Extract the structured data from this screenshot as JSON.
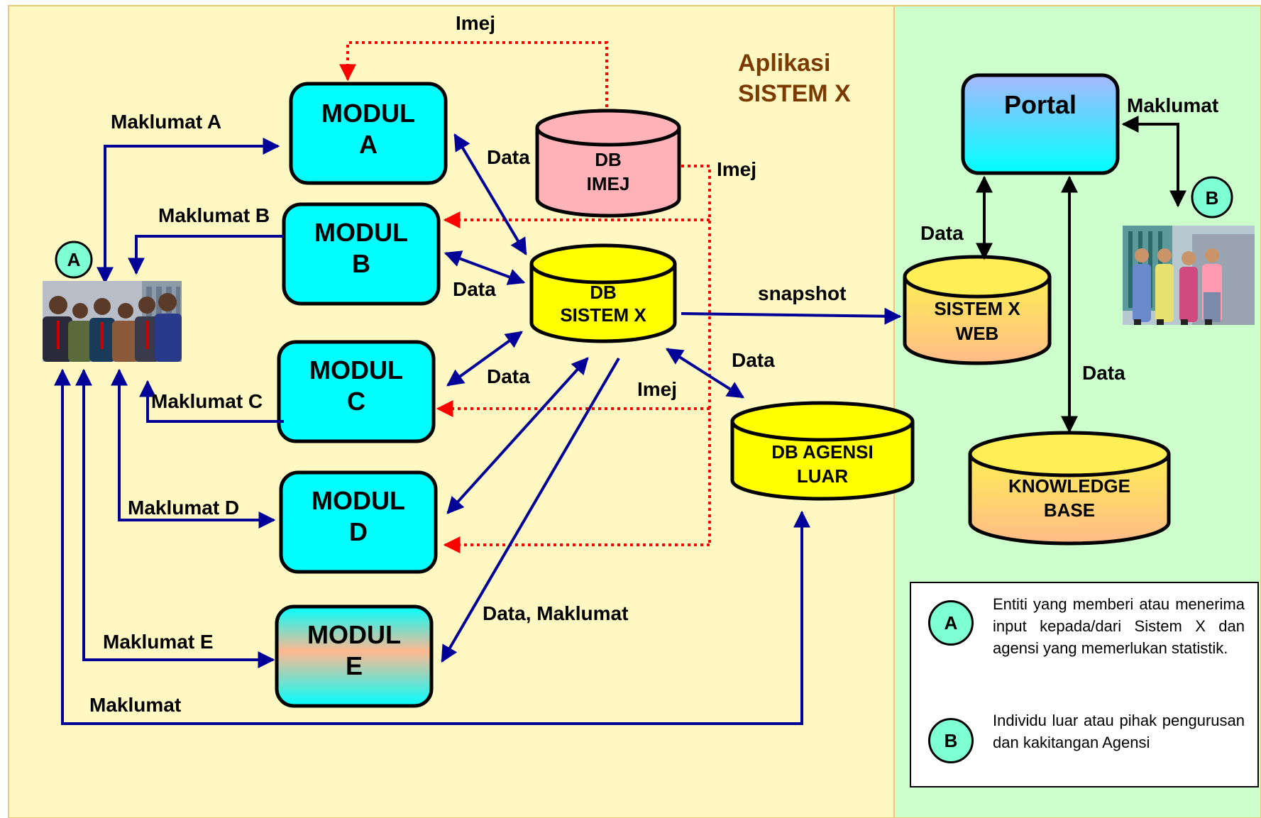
{
  "title": {
    "line1": "Aplikasi",
    "line2": "SISTEM X"
  },
  "modules": {
    "a": {
      "line1": "MODUL",
      "line2": "A"
    },
    "b": {
      "line1": "MODUL",
      "line2": "B"
    },
    "c": {
      "line1": "MODUL",
      "line2": "C"
    },
    "d": {
      "line1": "MODUL",
      "line2": "D"
    },
    "e": {
      "line1": "MODUL",
      "line2": "E"
    }
  },
  "databases": {
    "imej": {
      "line1": "DB",
      "line2": "IMEJ"
    },
    "sistem_x": {
      "line1": "DB",
      "line2": "SISTEM X"
    },
    "agensi_luar": {
      "line1": "DB AGENSI",
      "line2": "LUAR"
    },
    "sistem_x_web": {
      "line1": "SISTEM X",
      "line2": "WEB"
    },
    "knowledge_base": {
      "line1": "KNOWLEDGE",
      "line2": "BASE"
    }
  },
  "portal": {
    "label": "Portal"
  },
  "edge_labels": {
    "imej_top": "Imej",
    "imej_right": "Imej",
    "imej_mid": "Imej",
    "maklumat_a": "Maklumat A",
    "maklumat_b": "Maklumat B",
    "maklumat_c": "Maklumat C",
    "maklumat_d": "Maklumat D",
    "maklumat_e": "Maklumat E",
    "maklumat_bottom": "Maklumat",
    "maklumat_portal": "Maklumat",
    "data_a": "Data",
    "data_b": "Data",
    "data_c": "Data",
    "data_agensi": "Data",
    "data_maklumat": "Data, Maklumat",
    "snapshot": "snapshot",
    "data_portal_web": "Data",
    "data_portal_kb": "Data"
  },
  "entities": {
    "a": "A",
    "b": "B"
  },
  "legend": {
    "items": [
      {
        "marker": "A",
        "text": "Entiti yang memberi atau menerima input kepada/dari Sistem X dan agensi yang memerlukan statistik."
      },
      {
        "marker": "B",
        "text": "Individu luar atau pihak pengurusan dan kakitangan Agensi"
      }
    ]
  },
  "colors": {
    "left_panel": "#fff8c2",
    "right_panel": "#ccffcc",
    "module_fill": "#00ffff",
    "db_imej_fill": "#ffb3b8",
    "db_yellow_fill": "#ffff00",
    "db_gradient_top": "#ffe066",
    "db_gradient_bottom": "#ffbb88",
    "arrow_blue": "#000099",
    "arrow_red": "#ff0000",
    "entity_circle": "#7fffd4",
    "title_color": "#7a3a00"
  }
}
